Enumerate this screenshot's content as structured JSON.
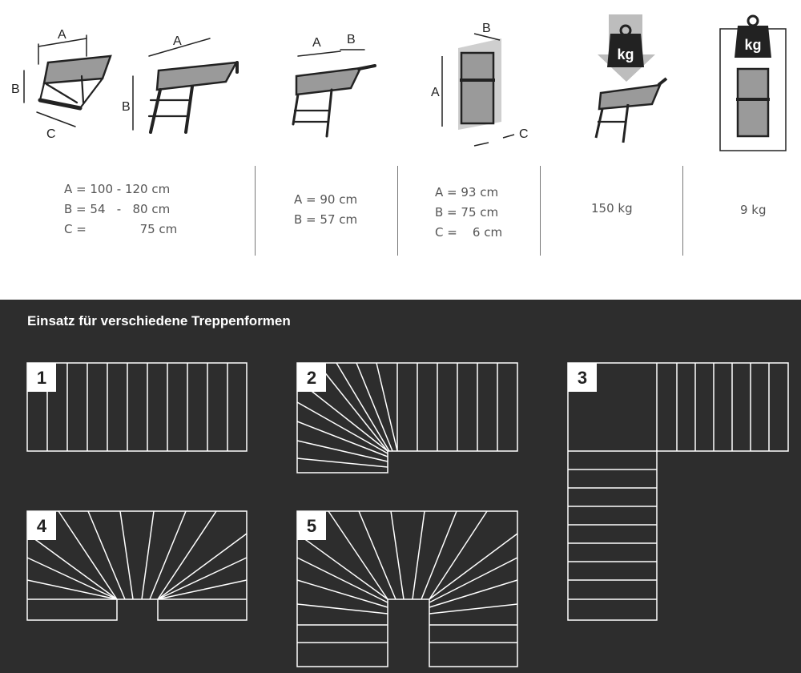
{
  "colors": {
    "dark_bg": "#2d2d2d",
    "line_white": "#ffffff",
    "text_gray": "#555555",
    "platform_gray": "#9a9a9a"
  },
  "illustrations": {
    "dim_a": "A",
    "dim_b": "B",
    "dim_c": "C",
    "kg_label": "kg",
    "icons": [
      "step-adjustable-icon",
      "step-extended-icon",
      "step-platform-icon",
      "step-folded-icon",
      "load-weight-icon",
      "net-weight-icon"
    ]
  },
  "specs": [
    {
      "rows": [
        "A = 100 - 120 cm",
        "B = 54   -   80 cm",
        "C =              75 cm"
      ]
    },
    {
      "rows": [
        "A = 90 cm",
        "B = 57 cm"
      ]
    },
    {
      "rows": [
        "A = 93 cm",
        "B = 75 cm",
        "C =    6 cm"
      ]
    },
    {
      "rows": [
        "150 kg"
      ]
    },
    {
      "rows": [
        "9 kg"
      ]
    }
  ],
  "section": {
    "title": "Einsatz für verschiedene Treppenformen",
    "stairs": [
      {
        "number": "1",
        "name": "straight"
      },
      {
        "number": "2",
        "name": "quarter-turn-winder"
      },
      {
        "number": "3",
        "name": "l-shaped-landing"
      },
      {
        "number": "4",
        "name": "half-turn-winder"
      },
      {
        "number": "5",
        "name": "half-turn-winder-extended"
      }
    ]
  }
}
